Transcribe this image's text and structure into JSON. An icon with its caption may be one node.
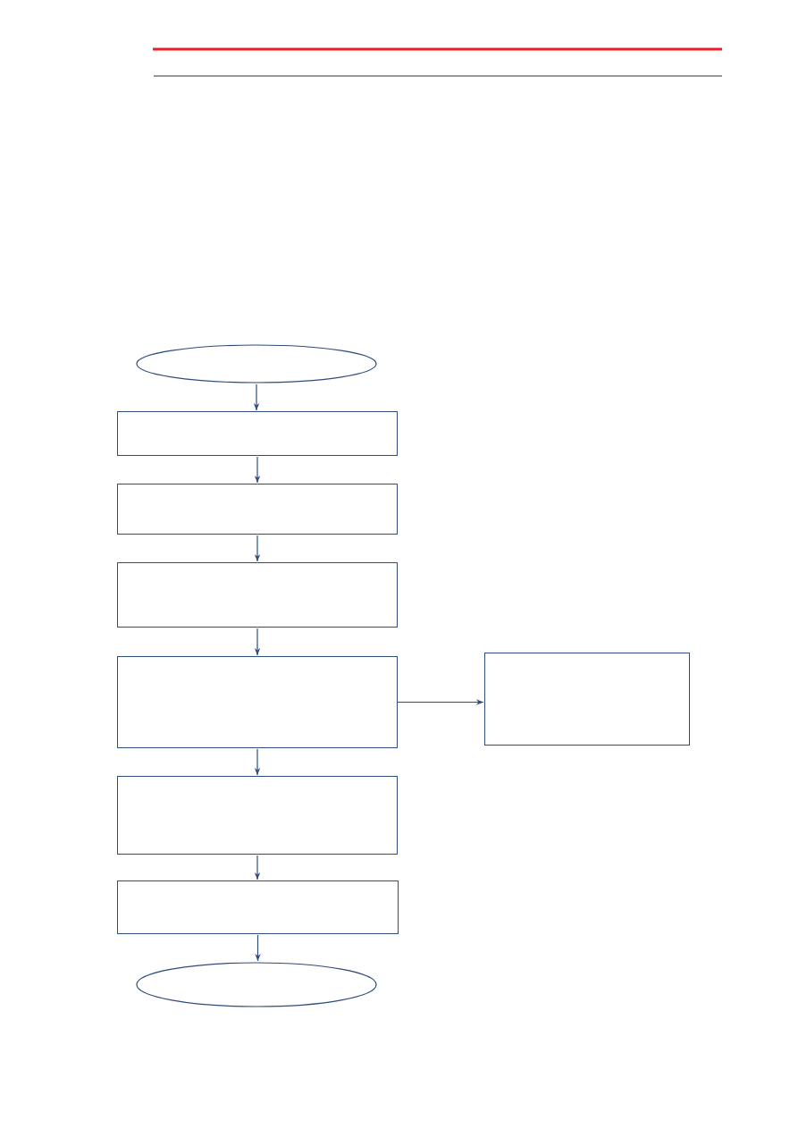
{
  "diagram": {
    "nodes": [
      {
        "text": [],
        "shape": "ellipse"
      },
      {
        "text": [],
        "shape": "box"
      },
      {
        "text": [],
        "shape": "box"
      },
      {
        "text": [],
        "shape": "box"
      },
      {
        "text": [],
        "shape": "box"
      },
      {
        "text": [],
        "shape": "box"
      },
      {
        "text": [],
        "shape": "box"
      },
      {
        "text": [],
        "shape": "box"
      },
      {
        "text": [],
        "shape": "ellipse"
      }
    ],
    "edges": [
      {
        "from": 0,
        "to": 1,
        "arrow": "to"
      },
      {
        "from": 1,
        "to": 2,
        "arrow": "to"
      },
      {
        "from": 2,
        "to": 3,
        "arrow": "to"
      },
      {
        "from": 3,
        "to": 4,
        "arrow": "to"
      },
      {
        "from": 4,
        "to": 5,
        "arrow": "to"
      },
      {
        "from": 4,
        "to": 6,
        "arrow": "to"
      },
      {
        "from": 6,
        "to": 7,
        "arrow": "to"
      },
      {
        "from": 7,
        "to": 8,
        "arrow": "to"
      }
    ]
  }
}
